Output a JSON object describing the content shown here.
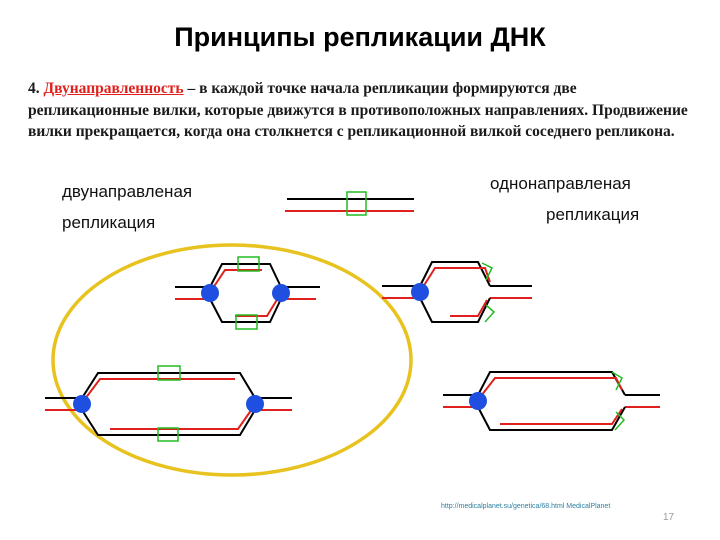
{
  "slide": {
    "title": "Принципы репликации ДНК",
    "number": "4.",
    "term": "Двунаправленность",
    "text": " – в каждой точке начала репликации формируются две репликационные вилки, которые движутся в противоположных направлениях. Продвижение вилки прекращается, когда она столкнется с репликационной вилкой соседнего репликона."
  },
  "diagram": {
    "label_bidirectional": [
      "двунаправленая",
      "репликация"
    ],
    "label_unidirectional": [
      "однонаправленая",
      "репликация"
    ]
  },
  "footer": {
    "link": "http://medicalplanet.su/genetica/68.html MedicalPlanet",
    "page": "17"
  },
  "colors": {
    "strand_old": "#000000",
    "strand_new": "#e0201c",
    "origin_marker": "#22bb22",
    "fork_dot": "#1e4fe0",
    "highlight_ellipse": "#e8c21e",
    "term": "#e0201c"
  }
}
